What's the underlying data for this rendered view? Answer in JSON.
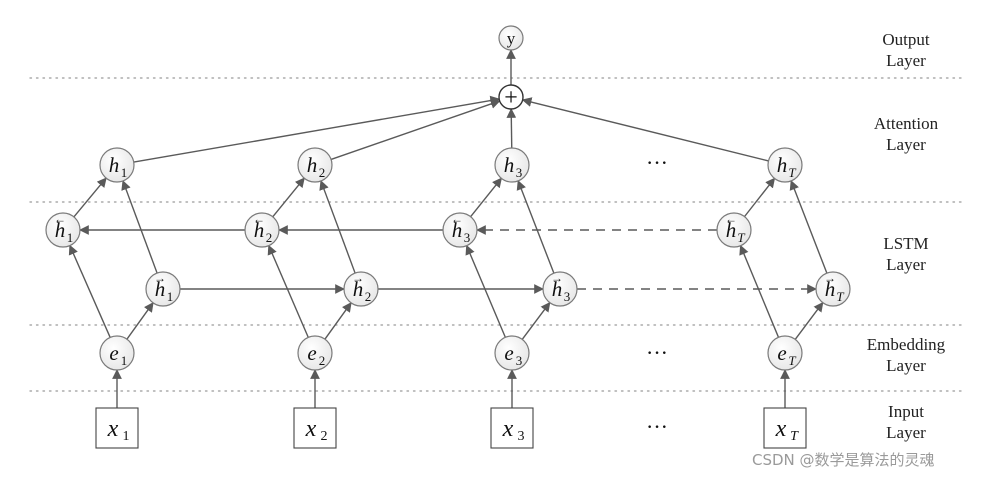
{
  "layers": [
    {
      "line1": "Output",
      "line2": "Layer"
    },
    {
      "line1": "Attention",
      "line2": "Layer"
    },
    {
      "line1": "LSTM",
      "line2": "Layer"
    },
    {
      "line1": "Embedding",
      "line2": "Layer"
    },
    {
      "line1": "Input",
      "line2": "Layer"
    }
  ],
  "output_node": "y",
  "attention_sum_symbol": "+",
  "ellipsis": "···",
  "columns": [
    {
      "input": {
        "base": "x",
        "sub": "1"
      },
      "embed": {
        "base": "e",
        "sub": "1"
      },
      "fwd": {
        "base": "h",
        "sub": "1"
      },
      "bwd": {
        "base": "h",
        "sub": "1"
      },
      "att": {
        "base": "h",
        "sub": "1"
      }
    },
    {
      "input": {
        "base": "x",
        "sub": "2"
      },
      "embed": {
        "base": "e",
        "sub": "2"
      },
      "fwd": {
        "base": "h",
        "sub": "2"
      },
      "bwd": {
        "base": "h",
        "sub": "2"
      },
      "att": {
        "base": "h",
        "sub": "2"
      }
    },
    {
      "input": {
        "base": "x",
        "sub": "3"
      },
      "embed": {
        "base": "e",
        "sub": "3"
      },
      "fwd": {
        "base": "h",
        "sub": "3"
      },
      "bwd": {
        "base": "h",
        "sub": "3"
      },
      "att": {
        "base": "h",
        "sub": "3"
      }
    },
    {
      "input": {
        "base": "x",
        "sub": "T"
      },
      "embed": {
        "base": "e",
        "sub": "T"
      },
      "fwd": {
        "base": "h",
        "sub": "T"
      },
      "bwd": {
        "base": "h",
        "sub": "T"
      },
      "att": {
        "base": "h",
        "sub": "T"
      }
    }
  ],
  "direction_marks": {
    "forward": "→",
    "backward": "←"
  },
  "colors": {
    "line": "#5a5a5a",
    "node_fill": "#f3f3f3",
    "node_stroke": "#7a7a7a",
    "divider": "#9a9a9a"
  },
  "watermark": "CSDN @数学是算法的灵魂"
}
